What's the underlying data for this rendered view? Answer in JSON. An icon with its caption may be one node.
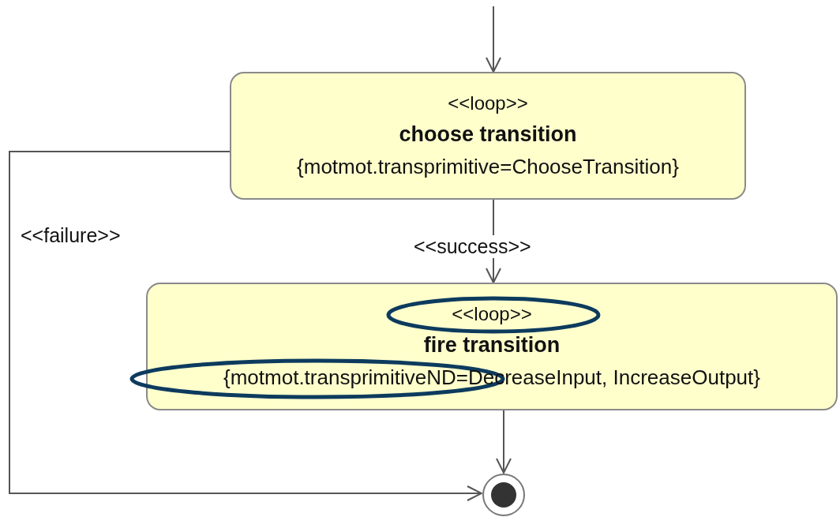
{
  "diagram": {
    "nodes": [
      {
        "text": [
          "<<loop>>",
          "choose transition",
          "{motmot.transprimitive=ChooseTransition}"
        ]
      },
      {
        "text": [
          "<<loop>>",
          "fire transition",
          "{motmot.transprimitiveND=DecreaseInput, IncreaseOutput}"
        ]
      },
      {
        "text": [],
        "shape": "circle"
      }
    ],
    "edges": [
      {
        "from": null,
        "to": 0,
        "arrow": "to"
      },
      {
        "from": 0,
        "to": 1,
        "arrow": "to",
        "label": "<<success>>"
      },
      {
        "from": 0,
        "to": 2,
        "arrow": "to",
        "label": "<<failure>>"
      },
      {
        "from": 1,
        "to": 2,
        "arrow": "to"
      }
    ]
  }
}
